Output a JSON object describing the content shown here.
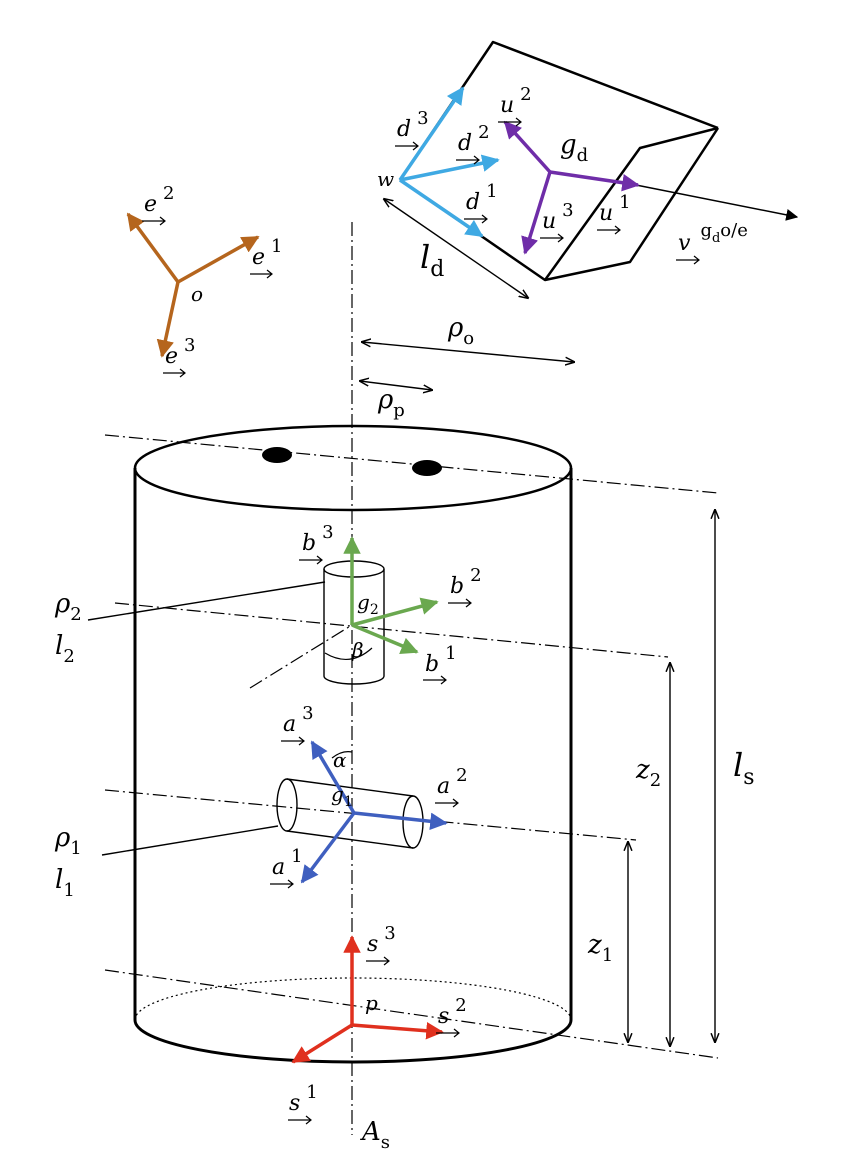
{
  "frames": {
    "e": {
      "color": "#b5651d",
      "origin": "o",
      "v1": "e",
      "s1": "1",
      "v2": "e",
      "s2": "2",
      "v3": "e",
      "s3": "3"
    },
    "d": {
      "color": "#3fa9e3",
      "origin": "w",
      "v1": "d",
      "s1": "1",
      "v2": "d",
      "s2": "2",
      "v3": "d",
      "s3": "3"
    },
    "u": {
      "color": "#6f2da8",
      "origin": "g_d",
      "v1": "u",
      "s1": "1",
      "v2": "u",
      "s2": "2",
      "v3": "u",
      "s3": "3"
    },
    "b": {
      "color": "#6aa84f",
      "origin": "g",
      "origin_sub": "2",
      "v1": "b",
      "s1": "1",
      "v2": "b",
      "s2": "2",
      "v3": "b",
      "s3": "3"
    },
    "a": {
      "color": "#3f5fbf",
      "origin": "g",
      "origin_sub": "1",
      "v1": "a",
      "s1": "1",
      "v2": "a",
      "s2": "2",
      "v3": "a",
      "s3": "3"
    },
    "s": {
      "color": "#e0301e",
      "origin": "p",
      "v1": "s",
      "s1": "1",
      "v2": "s",
      "s2": "2",
      "v3": "s",
      "s3": "3"
    }
  },
  "labels": {
    "v_main": "v",
    "v_sup": "g",
    "v_sup_sub": "d",
    "v_sup_rest": "o/e",
    "l_d": "l",
    "l_d_sub": "d",
    "rho_o": "ρ",
    "rho_o_sub": "o",
    "rho_p": "ρ",
    "rho_p_sub": "p",
    "rho_2": "ρ",
    "rho_2_sub": "2",
    "l_2": "l",
    "l_2_sub": "2",
    "beta": "β",
    "alpha": "α",
    "rho_1": "ρ",
    "rho_1_sub": "1",
    "l_1": "l",
    "l_1_sub": "1",
    "z_2": "z",
    "z_2_sub": "2",
    "z_1": "z",
    "z_1_sub": "1",
    "l_s": "l",
    "l_s_sub": "s",
    "A_s": "A",
    "A_s_sub": "s"
  }
}
